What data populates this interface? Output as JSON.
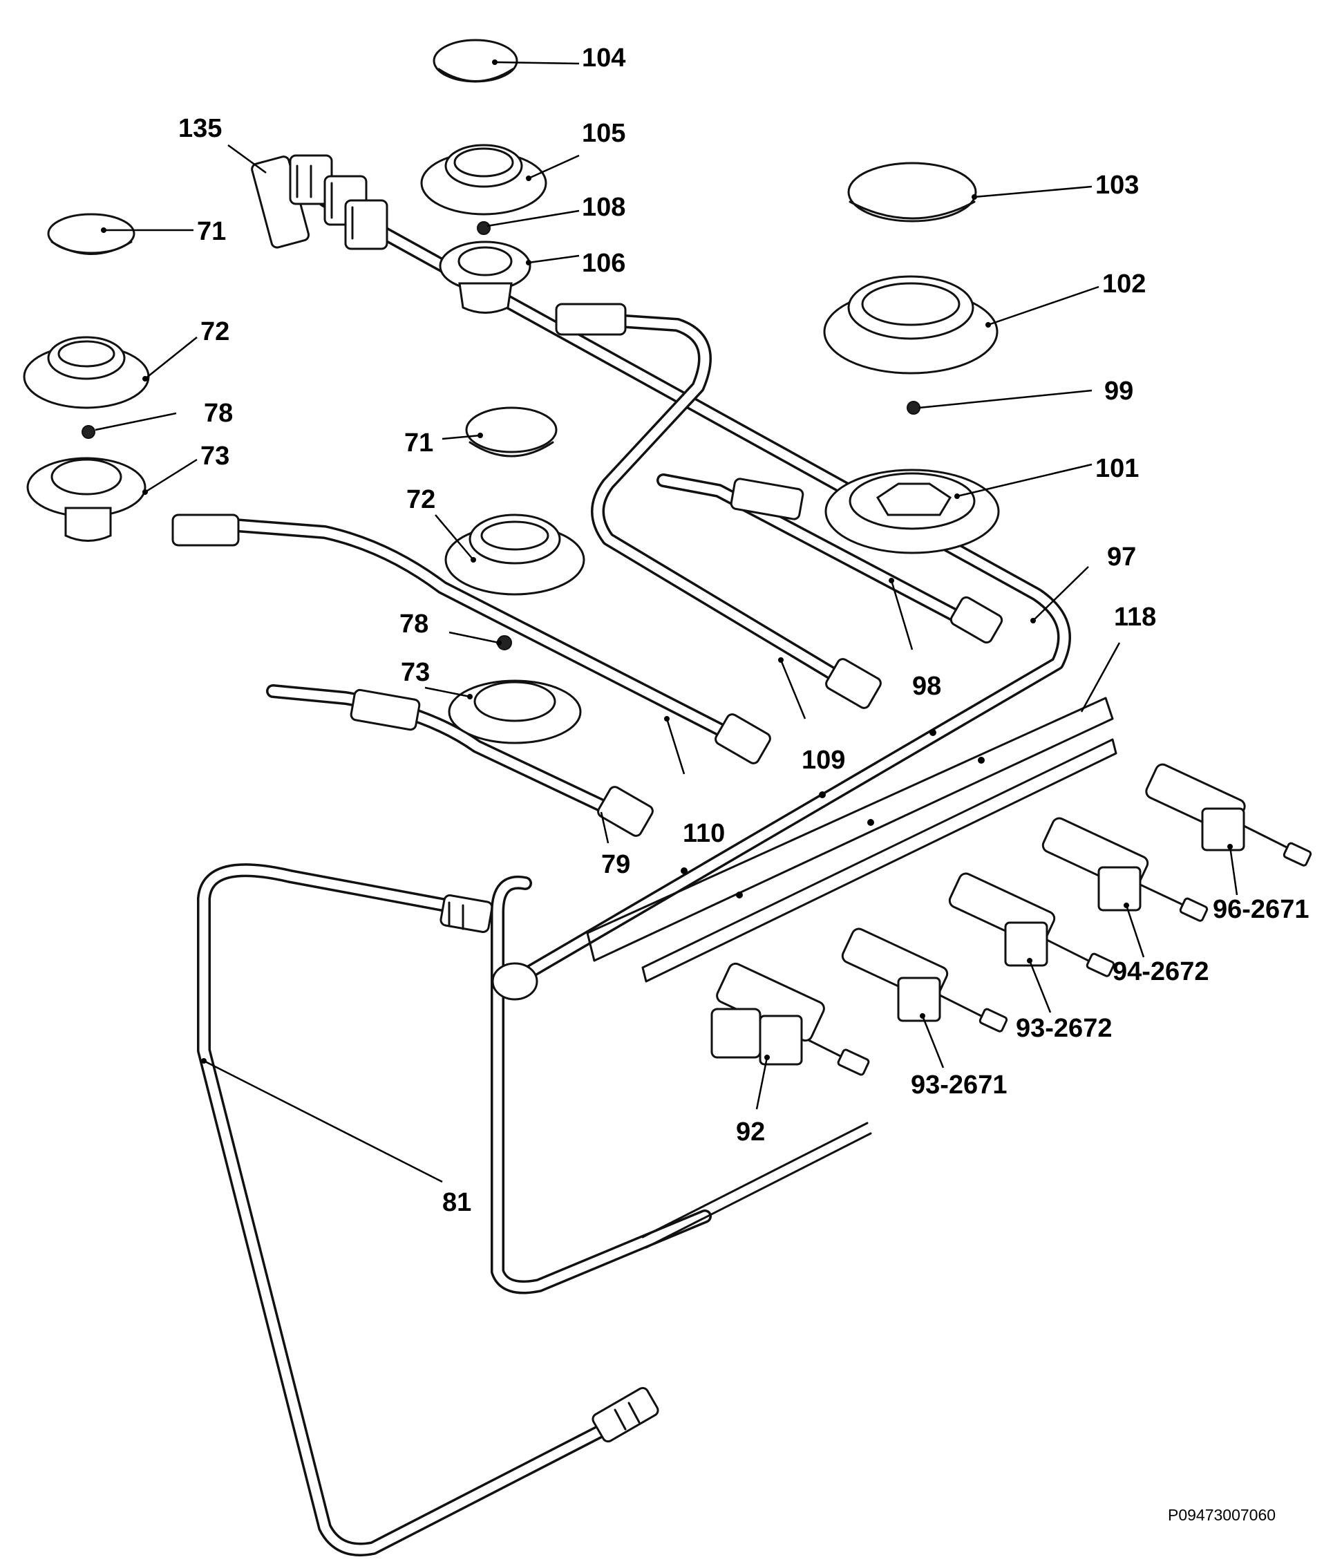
{
  "diagram": {
    "callouts": {
      "c104": "104",
      "c135": "135",
      "c105": "105",
      "c108": "108",
      "c106": "106",
      "c103": "103",
      "c71a": "71",
      "c102": "102",
      "c72a": "72",
      "c99": "99",
      "c78a": "78",
      "c73a": "73",
      "c71b": "71",
      "c101": "101",
      "c72b": "72",
      "c97": "97",
      "c118": "118",
      "c78b": "78",
      "c98": "98",
      "c73b": "73",
      "c109": "109",
      "c110": "110",
      "c79": "79",
      "c96": "96-2671",
      "c94": "94-2672",
      "c93b": "93-2672",
      "c93a": "93-2671",
      "c92": "92",
      "c81": "81"
    },
    "reference_code": "P09473007060"
  }
}
